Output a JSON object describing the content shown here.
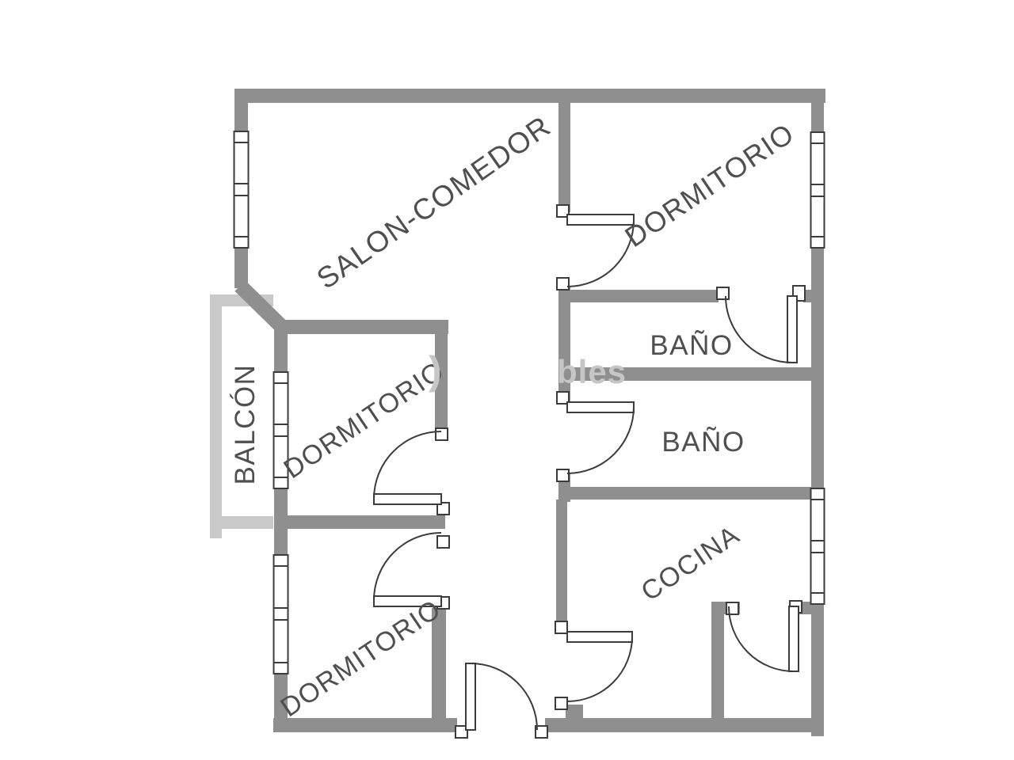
{
  "colors": {
    "wall": "#8f8f8f",
    "balcony": "#c9c9c9",
    "line": "#3c3c3c",
    "label": "#4f4f4f",
    "watermark": "#c6c6c6",
    "background": "#ffffff"
  },
  "plan": {
    "type": "apartment-floor-plan",
    "rooms": [
      {
        "id": "salon-comedor",
        "label": "SALON-COMEDOR"
      },
      {
        "id": "dormitorio-top-right",
        "label": "DORMITORIO"
      },
      {
        "id": "bano-1",
        "label": "BAÑO"
      },
      {
        "id": "bano-2",
        "label": "BAÑO"
      },
      {
        "id": "cocina",
        "label": "COCINA"
      },
      {
        "id": "dormitorio-middle-left",
        "label": "DORMITORIO"
      },
      {
        "id": "dormitorio-bottom-left",
        "label": "DORMITORIO"
      },
      {
        "id": "balcon",
        "label": "BALCÓN"
      }
    ]
  },
  "watermark": {
    "fragments": [
      ")",
      "bles"
    ]
  }
}
